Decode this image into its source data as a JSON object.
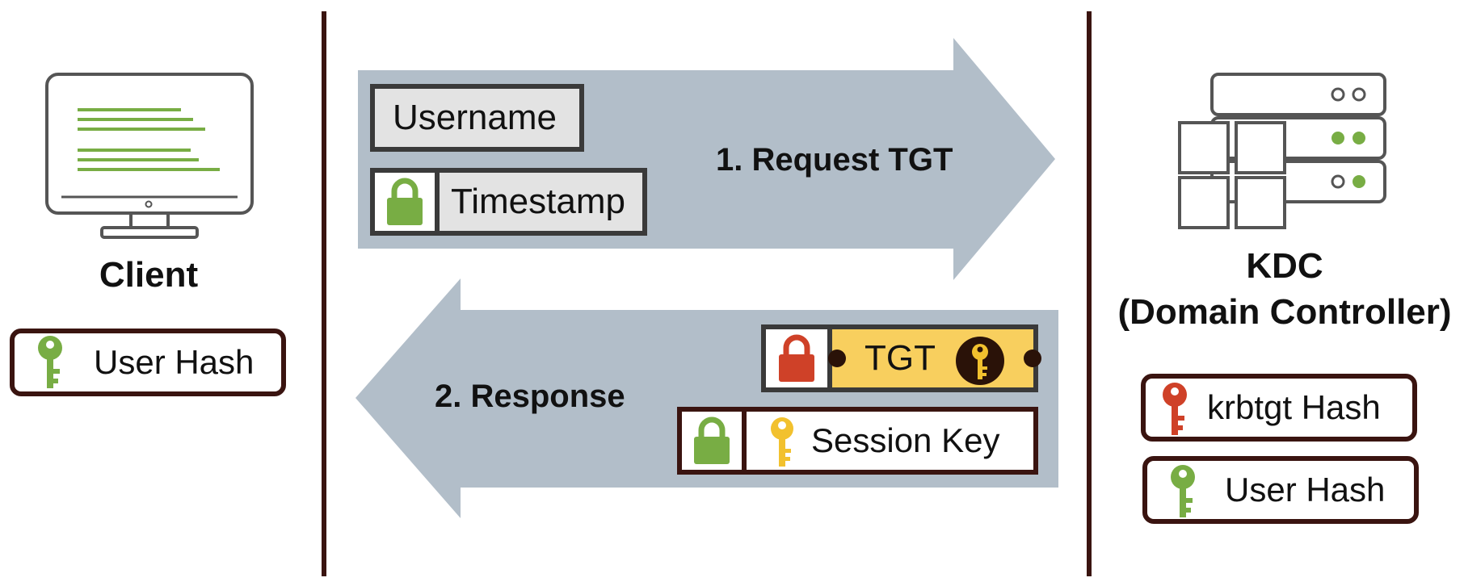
{
  "client": {
    "label": "Client",
    "key_label": "User Hash"
  },
  "kdc": {
    "label_line1": "KDC",
    "label_line2": "(Domain Controller)",
    "key1_label": "krbtgt Hash",
    "key2_label": "User Hash"
  },
  "request": {
    "label": "1. Request TGT",
    "username": "Username",
    "timestamp": "Timestamp"
  },
  "response": {
    "label": "2. Response",
    "tgt": "TGT",
    "session_key": "Session Key"
  },
  "colors": {
    "divider": "#3a1410",
    "arrow_fill": "#b2bec9",
    "green": "#78ad44",
    "red": "#cf4128",
    "yellow": "#f8cf5e",
    "gold_key": "#f2c12e"
  },
  "icons": [
    "monitor-icon",
    "server-rack-icon",
    "key-icon",
    "lock-icon"
  ]
}
